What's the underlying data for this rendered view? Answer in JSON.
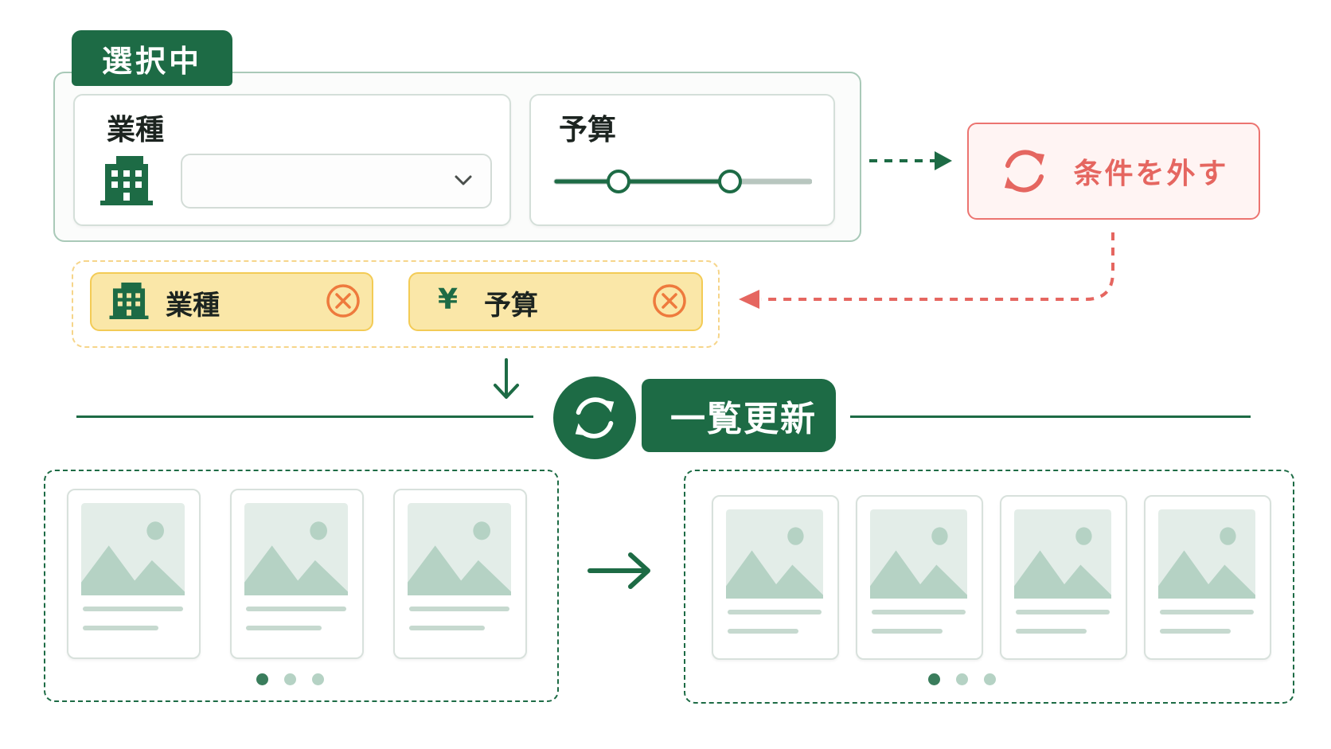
{
  "filter_panel": {
    "tag": "選択中",
    "industry_card": {
      "title": "業種",
      "dropdown_value": ""
    },
    "budget_card": {
      "title": "予算"
    }
  },
  "remove_button": {
    "label": "条件を外す"
  },
  "chips": [
    {
      "label": "業種",
      "icon": "building-icon"
    },
    {
      "label": "予算",
      "icon": "yen-icon",
      "symbol": "¥"
    }
  ],
  "refresh": {
    "label": "一覧更新"
  },
  "results_before": {
    "card_count": 3,
    "page_dots": 3,
    "active_dot": 0
  },
  "results_after": {
    "card_count": 4,
    "page_dots": 3,
    "active_dot": 0
  },
  "colors": {
    "brand_green": "#1d6b45",
    "remove_red": "#e56660",
    "chip_yellow": "#fae7a8",
    "placeholder_green": "#b5d2c4"
  }
}
